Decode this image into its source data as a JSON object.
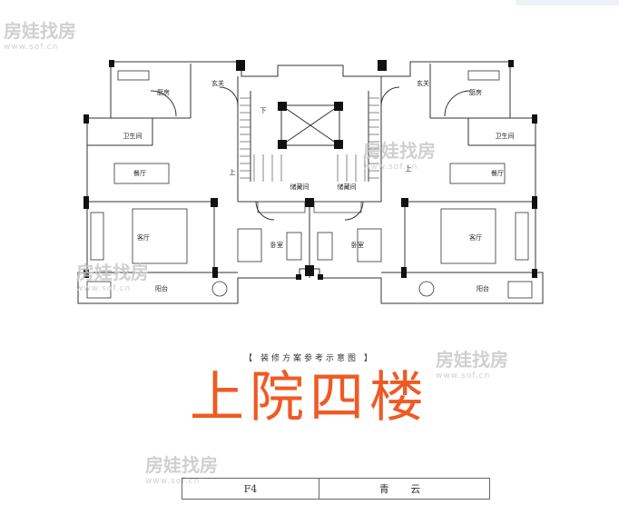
{
  "rooms": {
    "kitchen": "厨房",
    "entrance": "玄关",
    "bathroom": "卫生间",
    "dining": "餐厅",
    "living": "客厅",
    "bedroom": "卧室",
    "balcony": "阳台",
    "storage": "储藏间",
    "stair_up": "上",
    "stair_down": "下"
  },
  "caption": "【 装修方案参考示意图 】",
  "title": "上院四楼",
  "footer": {
    "floor": "F4",
    "name": "青 云"
  },
  "watermark": {
    "brand": "房娃找房",
    "url": "www.sof.cn"
  },
  "colors": {
    "title": "#ef5a24",
    "line": "#222222"
  }
}
